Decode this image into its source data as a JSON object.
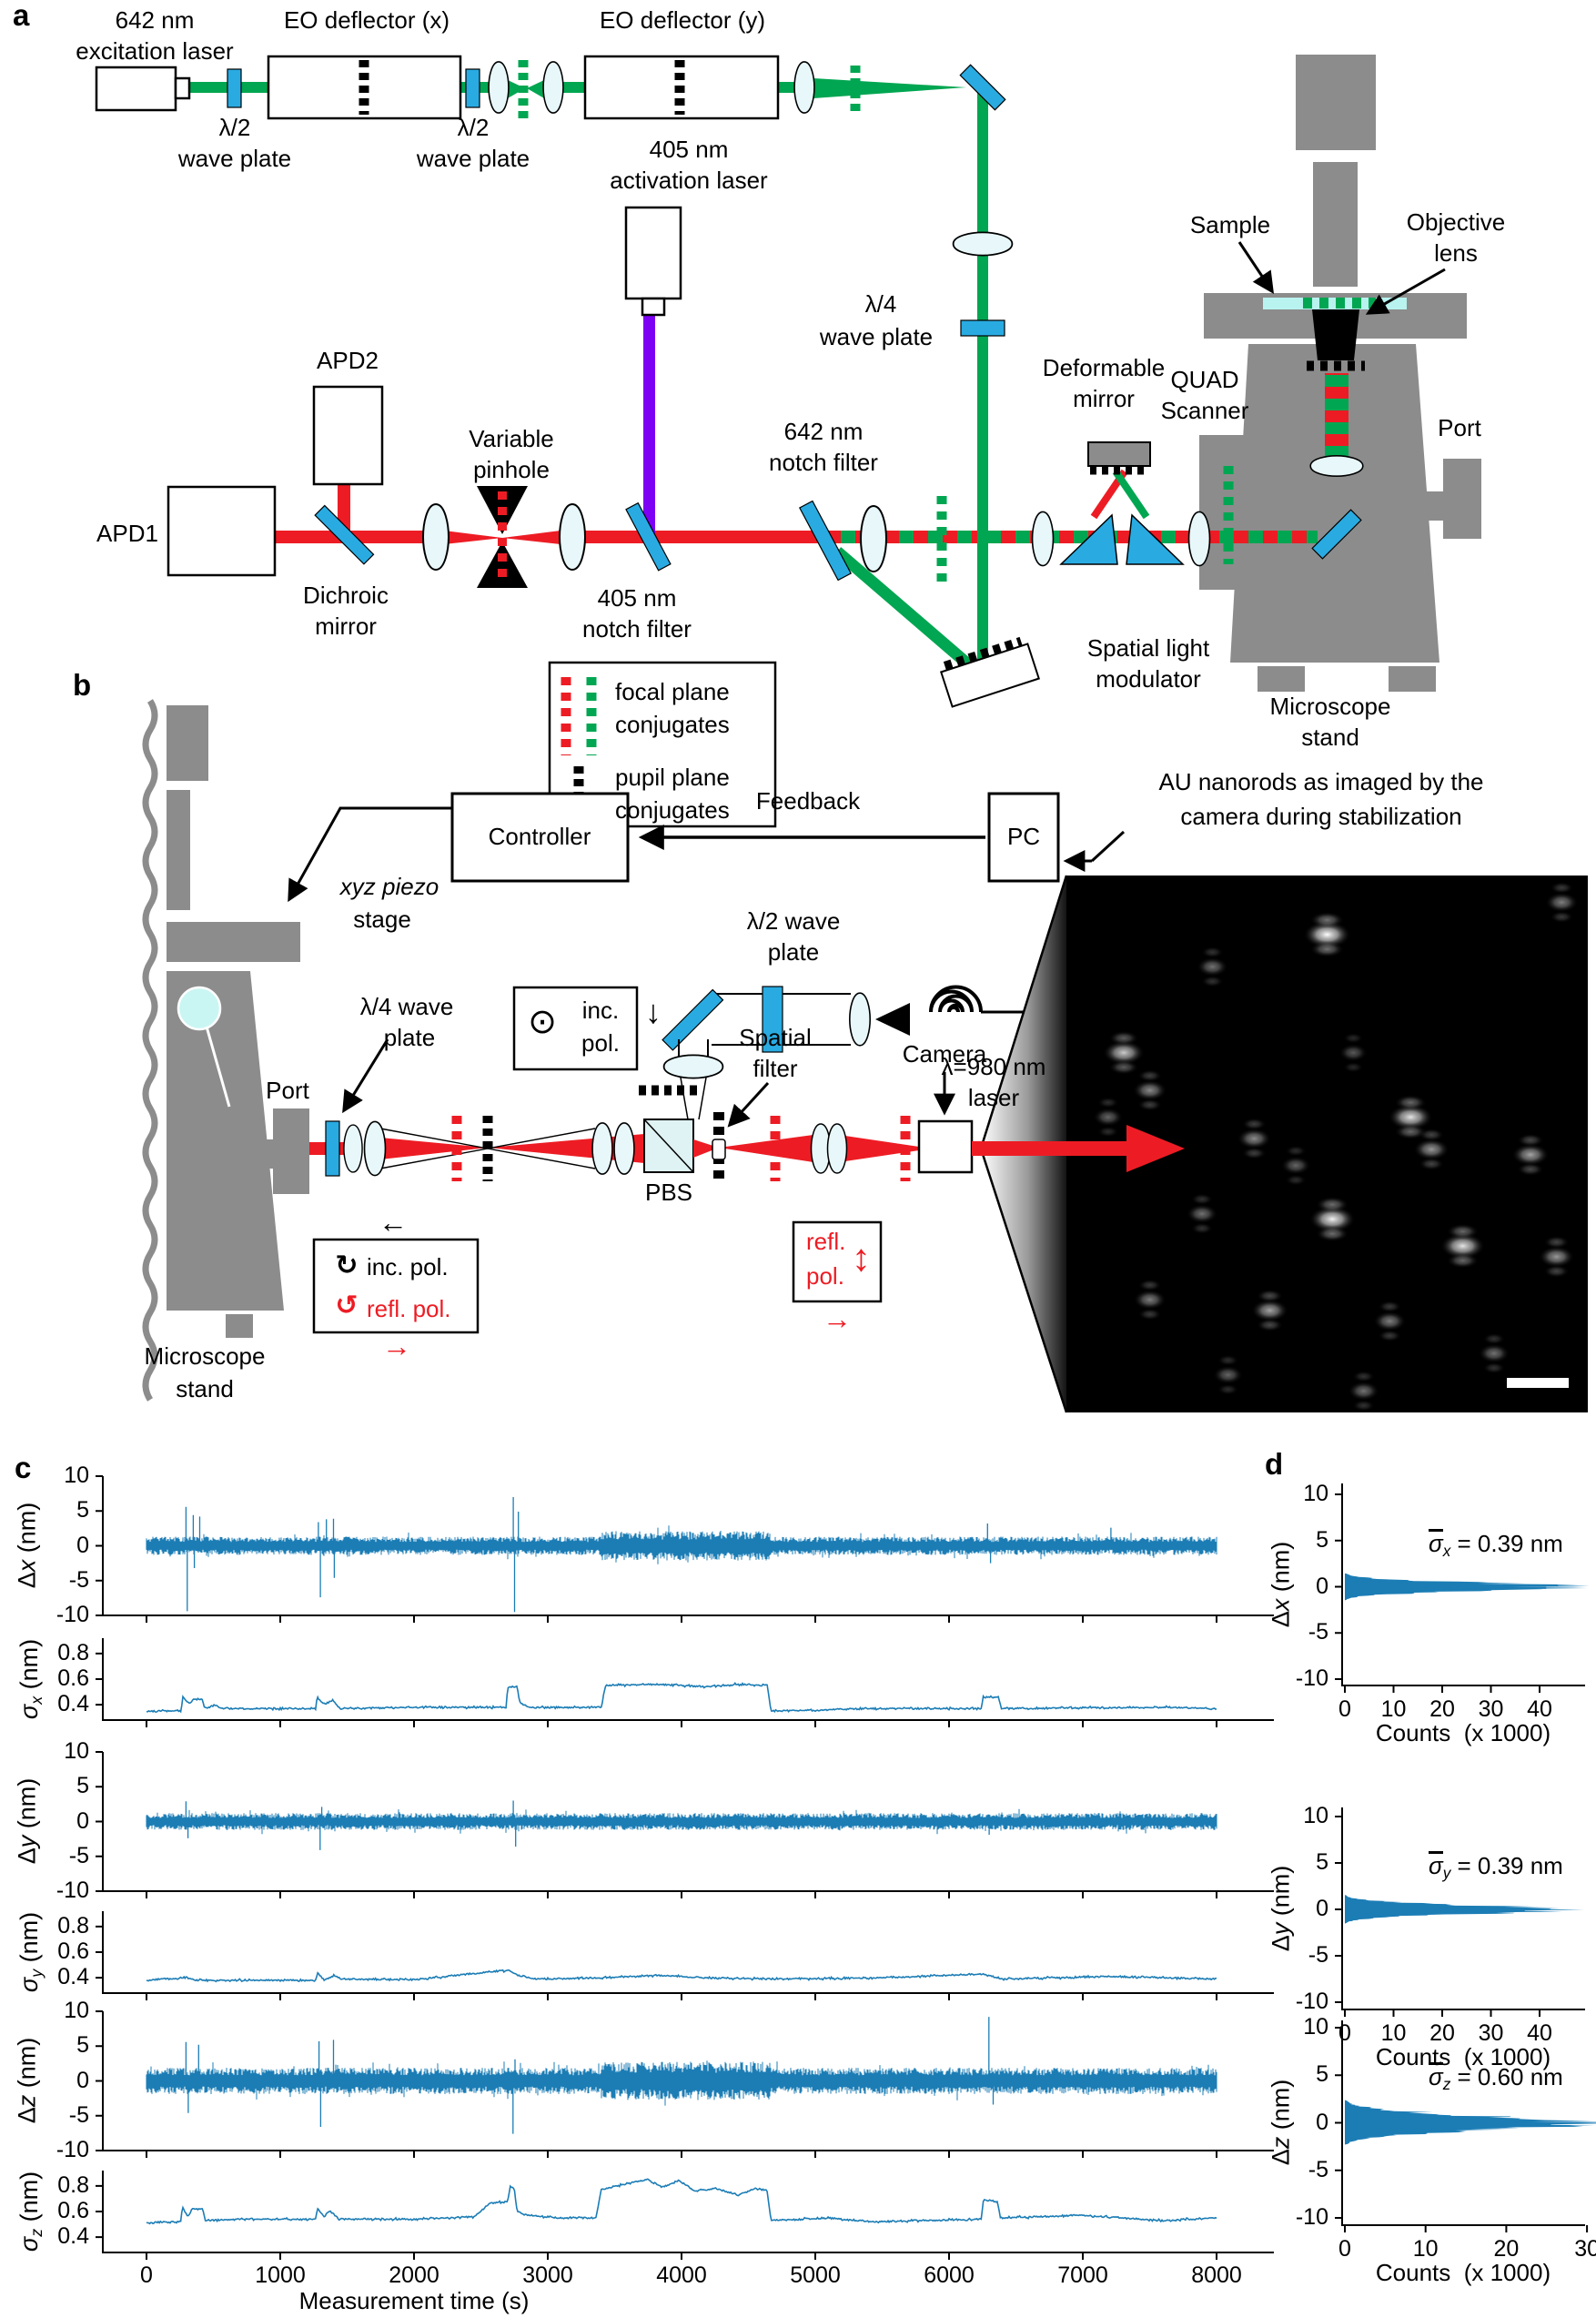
{
  "panel_labels": {
    "a": "a",
    "b": "b",
    "c": "c",
    "d": "d"
  },
  "colors": {
    "green": "#00a651",
    "red": "#ed1c24",
    "blue": "#29abe2",
    "purple": "#7d00f5",
    "gray": "#8c8c8c",
    "lens": "#e8f7fa",
    "cyan": "#b8f3ef",
    "trace": "#1c7db5"
  },
  "a": {
    "laser642_1": "642 nm",
    "laser642_2": "excitation laser",
    "eox": "EO deflector (x)",
    "eoy": "EO deflector (y)",
    "hwp1_1": "λ/2",
    "hwp1_2": "wave plate",
    "hwp2_1": "λ/2",
    "hwp2_2": "wave plate",
    "qwp_1": "λ/4",
    "qwp_2": "wave plate",
    "apd1": "APD1",
    "apd2": "APD2",
    "dichroic_1": "Dichroic",
    "dichroic_2": "mirror",
    "pinhole_1": "Variable",
    "pinhole_2": "pinhole",
    "laser405_1": "405 nm",
    "laser405_2": "activation laser",
    "notch405_1": "405 nm",
    "notch405_2": "notch filter",
    "notch642_1": "642 nm",
    "notch642_2": "notch filter",
    "dm_1": "Deformable",
    "dm_2": "mirror",
    "quad_1": "QUAD",
    "quad_2": "Scanner",
    "slm_1": "Spatial light",
    "slm_2": "modulator",
    "sample": "Sample",
    "obj_1": "Objective",
    "obj_2": "lens",
    "port": "Port",
    "stand_1": "Microscope",
    "stand_2": "stand",
    "leg_focal_1": "focal plane",
    "leg_focal_2": "conjugates",
    "leg_pupil_1": "pupil plane",
    "leg_pupil_2": "conjugates"
  },
  "b": {
    "controller": "Controller",
    "feedback": "Feedback",
    "pc": "PC",
    "piezo_1": "xyz piezo",
    "piezo_2": "stage",
    "hwp_1": "λ/2 wave",
    "hwp_2": "plate",
    "laser980_1": "λ=980 nm",
    "laser980_2": "laser",
    "incpol_dot": "⊙",
    "incpol_inc": "inc.",
    "incpol_pol": "pol.",
    "spatial_1": "Spatial",
    "spatial_2": "filter",
    "camera": "Camera",
    "pbs": "PBS",
    "qwp_1": "λ/4 wave",
    "qwp_2": "plate",
    "port": "Port",
    "stand_1": "Microscope",
    "stand_2": "stand",
    "pol_inc": "inc. pol.",
    "pol_refl": "refl. pol.",
    "pol_cw": "↻",
    "pol_ccw": "↺",
    "arr_left": "←",
    "arr_right": "→",
    "arr_down": "↓",
    "arr_ud": "↕",
    "refl_1": "refl.",
    "refl_2": "pol.",
    "au_1": "AU nanorods as imaged by the",
    "au_2": "camera during stabilization"
  },
  "chart_data": {
    "timeseries": {
      "type": "line",
      "x_label": "Measurement time (s)",
      "x_range": [
        0,
        8000
      ],
      "x_ticks": [
        0,
        1000,
        2000,
        3000,
        4000,
        5000,
        6000,
        7000,
        8000
      ],
      "line_color": "#1c7db5",
      "rows": [
        {
          "id": "dx",
          "sym": "Δ",
          "vr": "x",
          "un": " (nm)",
          "kind": "delta",
          "ylim": [
            -10,
            10
          ],
          "yticks": [
            10,
            5,
            0,
            -5,
            -10
          ],
          "band_nm": 1.25,
          "elevated": [
            3400,
            4660
          ],
          "elevated_factor": 1.6,
          "spikes": [
            [
              295,
              5.6
            ],
            [
              305,
              -9.4
            ],
            [
              350,
              4.4
            ],
            [
              358,
              -3.2
            ],
            [
              398,
              4.2
            ],
            [
              1285,
              3.4
            ],
            [
              1300,
              -7.4
            ],
            [
              1345,
              3.8
            ],
            [
              1398,
              3.9
            ],
            [
              1404,
              -4.6
            ],
            [
              2742,
              7.0
            ],
            [
              2752,
              -9.5
            ],
            [
              2780,
              4.9
            ],
            [
              6288,
              3.2
            ],
            [
              6310,
              -2.5
            ],
            [
              7210,
              2.6
            ]
          ]
        },
        {
          "id": "sx",
          "sym": "σ",
          "vr": "x",
          "un": " (nm)",
          "kind": "sigma",
          "ylim": [
            0.28,
            0.92
          ],
          "yticks": [
            0.8,
            0.6,
            0.4
          ],
          "levels": [
            [
              0,
              0.35
            ],
            [
              260,
              0.35
            ],
            [
              270,
              0.46
            ],
            [
              320,
              0.41
            ],
            [
              355,
              0.44
            ],
            [
              420,
              0.44
            ],
            [
              435,
              0.37
            ],
            [
              520,
              0.4
            ],
            [
              560,
              0.37
            ],
            [
              1265,
              0.37
            ],
            [
              1275,
              0.46
            ],
            [
              1330,
              0.4
            ],
            [
              1390,
              0.44
            ],
            [
              1450,
              0.37
            ],
            [
              2000,
              0.38
            ],
            [
              2690,
              0.38
            ],
            [
              2700,
              0.54
            ],
            [
              2770,
              0.54
            ],
            [
              2790,
              0.42
            ],
            [
              2860,
              0.38
            ],
            [
              3400,
              0.38
            ],
            [
              3430,
              0.55
            ],
            [
              3800,
              0.56
            ],
            [
              4000,
              0.55
            ],
            [
              4200,
              0.54
            ],
            [
              4400,
              0.56
            ],
            [
              4640,
              0.55
            ],
            [
              4670,
              0.35
            ],
            [
              5500,
              0.37
            ],
            [
              6240,
              0.37
            ],
            [
              6255,
              0.46
            ],
            [
              6370,
              0.46
            ],
            [
              6390,
              0.37
            ],
            [
              7600,
              0.38
            ],
            [
              8000,
              0.37
            ]
          ]
        },
        {
          "id": "dy",
          "sym": "Δ",
          "vr": "y",
          "un": " (nm)",
          "kind": "delta",
          "ylim": [
            -10,
            10
          ],
          "yticks": [
            10,
            5,
            0,
            -5,
            -10
          ],
          "band_nm": 1.15,
          "elevated": [
            0,
            0
          ],
          "elevated_factor": 1,
          "spikes": [
            [
              295,
              2.9
            ],
            [
              310,
              -2.4
            ],
            [
              1298,
              -4.1
            ],
            [
              1310,
              2.1
            ],
            [
              2742,
              3.0
            ],
            [
              2760,
              -3.6
            ],
            [
              6300,
              -1.9
            ]
          ]
        },
        {
          "id": "sy",
          "sym": "σ",
          "vr": "y",
          "un": " (nm)",
          "kind": "sigma",
          "ylim": [
            0.28,
            0.92
          ],
          "yticks": [
            0.8,
            0.6,
            0.4
          ],
          "levels": [
            [
              0,
              0.38
            ],
            [
              300,
              0.4
            ],
            [
              370,
              0.38
            ],
            [
              1265,
              0.38
            ],
            [
              1280,
              0.44
            ],
            [
              1330,
              0.38
            ],
            [
              1400,
              0.42
            ],
            [
              1450,
              0.39
            ],
            [
              2000,
              0.385
            ],
            [
              2700,
              0.46
            ],
            [
              2780,
              0.42
            ],
            [
              2900,
              0.39
            ],
            [
              3400,
              0.4
            ],
            [
              3800,
              0.42
            ],
            [
              4200,
              0.4
            ],
            [
              4700,
              0.39
            ],
            [
              5500,
              0.4
            ],
            [
              6250,
              0.43
            ],
            [
              6400,
              0.39
            ],
            [
              7200,
              0.41
            ],
            [
              8000,
              0.39
            ]
          ]
        },
        {
          "id": "dz",
          "sym": "Δ",
          "vr": "z",
          "un": " (nm)",
          "kind": "delta",
          "ylim": [
            -10,
            10
          ],
          "yticks": [
            10,
            5,
            0,
            -5,
            -10
          ],
          "band_nm": 1.8,
          "elevated": [
            3400,
            4660
          ],
          "elevated_factor": 1.45,
          "spikes": [
            [
              295,
              5.6
            ],
            [
              312,
              -4.6
            ],
            [
              390,
              5.2
            ],
            [
              1290,
              5.7
            ],
            [
              1302,
              -6.6
            ],
            [
              1398,
              5.9
            ],
            [
              2740,
              -7.6
            ],
            [
              2755,
              3.1
            ],
            [
              6298,
              9.2
            ],
            [
              6330,
              -3.4
            ]
          ]
        },
        {
          "id": "sz",
          "sym": "σ",
          "vr": "z",
          "un": " (nm)",
          "kind": "sigma",
          "ylim": [
            0.28,
            0.92
          ],
          "yticks": [
            0.8,
            0.6,
            0.4
          ],
          "levels": [
            [
              0,
              0.51
            ],
            [
              255,
              0.52
            ],
            [
              268,
              0.63
            ],
            [
              310,
              0.56
            ],
            [
              340,
              0.62
            ],
            [
              420,
              0.62
            ],
            [
              440,
              0.53
            ],
            [
              700,
              0.54
            ],
            [
              1265,
              0.54
            ],
            [
              1278,
              0.62
            ],
            [
              1330,
              0.56
            ],
            [
              1370,
              0.61
            ],
            [
              1440,
              0.54
            ],
            [
              2000,
              0.54
            ],
            [
              2450,
              0.56
            ],
            [
              2560,
              0.66
            ],
            [
              2700,
              0.68
            ],
            [
              2720,
              0.8
            ],
            [
              2750,
              0.78
            ],
            [
              2770,
              0.6
            ],
            [
              2850,
              0.57
            ],
            [
              3100,
              0.55
            ],
            [
              3360,
              0.55
            ],
            [
              3400,
              0.77
            ],
            [
              3600,
              0.82
            ],
            [
              3750,
              0.85
            ],
            [
              3850,
              0.79
            ],
            [
              3980,
              0.84
            ],
            [
              4100,
              0.76
            ],
            [
              4250,
              0.78
            ],
            [
              4420,
              0.73
            ],
            [
              4560,
              0.78
            ],
            [
              4640,
              0.76
            ],
            [
              4670,
              0.53
            ],
            [
              5100,
              0.55
            ],
            [
              5400,
              0.52
            ],
            [
              6240,
              0.54
            ],
            [
              6258,
              0.69
            ],
            [
              6360,
              0.68
            ],
            [
              6385,
              0.55
            ],
            [
              7000,
              0.57
            ],
            [
              7600,
              0.53
            ],
            [
              8000,
              0.55
            ]
          ]
        }
      ]
    },
    "histograms": [
      {
        "id": "hx",
        "sym": "Δ",
        "vr": "x",
        "un": " (nm)",
        "xlabel": "Counts  (x 1000)",
        "ylim": [
          -10,
          10
        ],
        "yticks": [
          10,
          5,
          0,
          -5,
          -10
        ],
        "xticks": [
          0,
          10,
          20,
          30,
          40
        ],
        "ann_sym": "σ",
        "ann_sub": "x",
        "ann_val": " = 0.39 nm",
        "sigma_nm": 0.39,
        "peak_counts_k": 47,
        "spread_nm": 0.45
      },
      {
        "id": "hy",
        "sym": "Δ",
        "vr": "y",
        "un": " (nm)",
        "xlabel": "Counts  (x 1000)",
        "ylim": [
          -10,
          10
        ],
        "yticks": [
          10,
          5,
          0,
          -5,
          -10
        ],
        "xticks": [
          0,
          10,
          20,
          30,
          40
        ],
        "ann_sym": "σ",
        "ann_sub": "y",
        "ann_val": " = 0.39 nm",
        "sigma_nm": 0.39,
        "peak_counts_k": 42,
        "spread_nm": 0.48
      },
      {
        "id": "hz",
        "sym": "Δ",
        "vr": "z",
        "un": " (nm)",
        "xlabel": "Counts  (x 1000)",
        "ylim": [
          -10,
          10
        ],
        "yticks": [
          10,
          5,
          0,
          -5,
          -10
        ],
        "xticks": [
          0,
          10,
          20,
          30
        ],
        "ann_sym": "σ",
        "ann_sub": "z",
        "ann_val": " = 0.60 nm",
        "sigma_nm": 0.6,
        "peak_counts_k": 29,
        "spread_nm": 0.75
      }
    ],
    "nanorod_image": {
      "description": "dark camera frame with bright AU nanorod point-spread functions",
      "scalebar": true,
      "spots": [
        [
          0.5,
          0.11,
          1.0
        ],
        [
          0.28,
          0.17,
          0.45
        ],
        [
          0.95,
          0.05,
          0.5
        ],
        [
          0.11,
          0.33,
          0.8
        ],
        [
          0.16,
          0.4,
          0.55
        ],
        [
          0.08,
          0.45,
          0.4
        ],
        [
          0.55,
          0.33,
          0.35
        ],
        [
          0.36,
          0.49,
          0.55
        ],
        [
          0.44,
          0.54,
          0.4
        ],
        [
          0.66,
          0.45,
          0.9
        ],
        [
          0.7,
          0.51,
          0.6
        ],
        [
          0.89,
          0.52,
          0.65
        ],
        [
          0.26,
          0.63,
          0.45
        ],
        [
          0.51,
          0.64,
          0.95
        ],
        [
          0.76,
          0.69,
          0.9
        ],
        [
          0.94,
          0.71,
          0.6
        ],
        [
          0.16,
          0.79,
          0.5
        ],
        [
          0.39,
          0.81,
          0.65
        ],
        [
          0.62,
          0.83,
          0.5
        ],
        [
          0.82,
          0.89,
          0.45
        ],
        [
          0.31,
          0.93,
          0.4
        ],
        [
          0.57,
          0.96,
          0.45
        ]
      ]
    }
  }
}
